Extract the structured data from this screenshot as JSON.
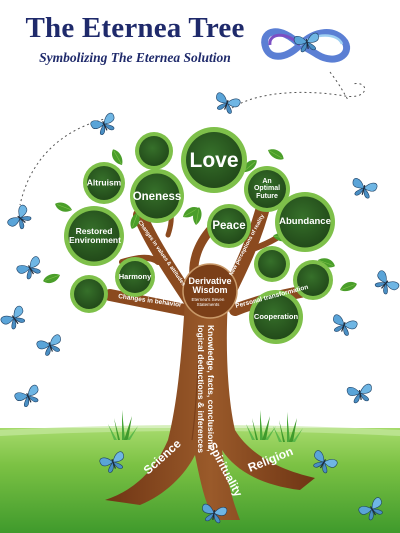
{
  "header": {
    "title": "The Eternea Tree",
    "subtitle": "Symbolizing The Eternea Solution"
  },
  "colors": {
    "title": "#1f2a6b",
    "trunk": "#8b4a1f",
    "circle_fill": "#2b5a20",
    "circle_ring": "#7ec04a",
    "leaf": "#4a9e2a",
    "grass": "#7cc244",
    "butterfly": "#5aa4d8"
  },
  "circles": [
    {
      "label": "Love"
    },
    {
      "label": "Oneness"
    },
    {
      "label": "Altruism"
    },
    {
      "label": "An Optimal Future"
    },
    {
      "label": "Restored Environment"
    },
    {
      "label": "Peace"
    },
    {
      "label": "Abundance"
    },
    {
      "label": "Harmony"
    },
    {
      "label": "Cooperation"
    }
  ],
  "center": {
    "title": "Derivative Wisdom",
    "caption": "Eternea's Seven Statements"
  },
  "branch_labels": {
    "left_upper": "Changes in values & attitudes",
    "right_upper": "New perceptions of reality",
    "left_lower": "Changes in behavior",
    "right_lower": "Personal transformation",
    "trunk": "Knowledge, facts, conclusions, logical deductions & inferences"
  },
  "roots": [
    {
      "label": "Science"
    },
    {
      "label": "Spirituality"
    },
    {
      "label": "Religion"
    }
  ],
  "icons": [
    "infinity-logo-icon",
    "butterfly-icon",
    "leaf-icon",
    "grass-icon"
  ]
}
